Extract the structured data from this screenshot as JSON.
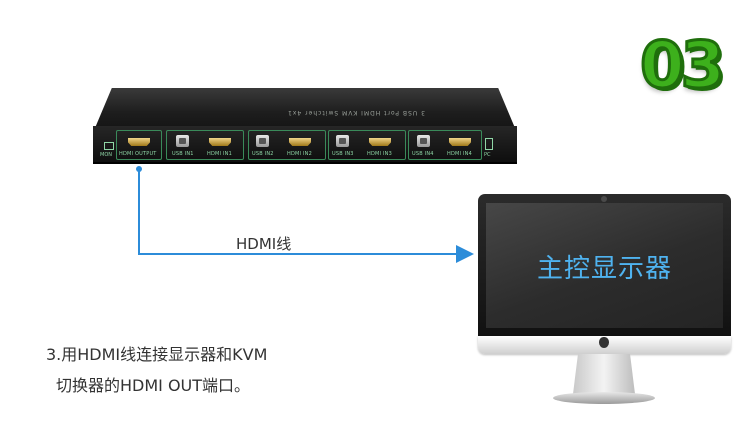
{
  "step_number": "03",
  "kvm": {
    "title": "3 USB Port HDMI KVM Switcher 4x1",
    "mon_label": "MON",
    "pc_label": "PC",
    "output_label": "HDMI OUTPUT",
    "ports": [
      {
        "usb": "USB IN1",
        "hdmi": "HDMI IN1"
      },
      {
        "usb": "USB IN2",
        "hdmi": "HDMI IN2"
      },
      {
        "usb": "USB IN3",
        "hdmi": "HDMI IN3"
      },
      {
        "usb": "USB IN4",
        "hdmi": "HDMI IN4"
      }
    ]
  },
  "cable_label": "HDMI线",
  "monitor_label": "主控显示器",
  "caption": {
    "line1": "3.用HDMI线连接显示器和KVM",
    "line2": "切换器的HDMI OUT端口。"
  },
  "colors": {
    "step_green": "#3db01c",
    "cable_blue": "#2c8cd9",
    "screen_text": "#4fb3f0"
  }
}
